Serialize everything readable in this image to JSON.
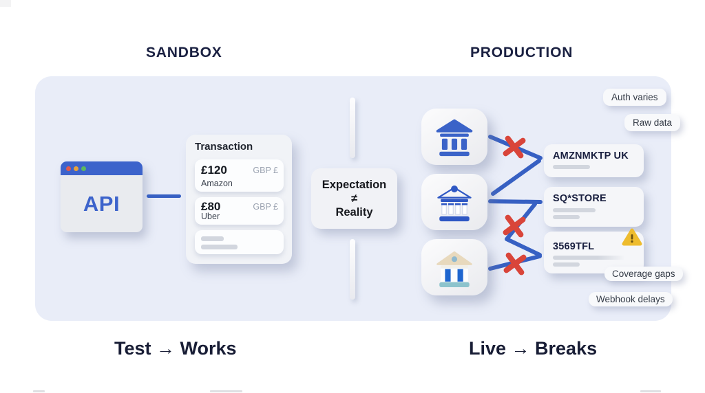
{
  "headers": {
    "sandbox": "SANDBOX",
    "production": "PRODUCTION"
  },
  "captions": {
    "sandbox": "Test → Works",
    "production": "Live → Breaks"
  },
  "api_window": {
    "label": "API"
  },
  "transaction_card": {
    "title": "Transaction",
    "rows": [
      {
        "amount": "£120",
        "merchant": "Amazon",
        "currency": "GBP £"
      },
      {
        "amount": "£80",
        "merchant": "Uber",
        "currency": "GBP £"
      }
    ]
  },
  "expectation_box": {
    "top": "Expectation",
    "middle": "≠",
    "bottom": "Reality"
  },
  "merchant_cards": [
    {
      "label": "AMZNMKTP UK"
    },
    {
      "label": "SQ*STORE"
    },
    {
      "label": "3569TFL",
      "has_warning": true
    }
  ],
  "tags": {
    "auth_varies": "Auth varies",
    "raw_data": "Raw data",
    "coverage_gaps": "Coverage gaps",
    "webhook_delays": "Webhook delays"
  },
  "icons": {
    "warning": "warning-triangle-icon",
    "error": "red-x-icon",
    "banks": [
      "classic-blue-bank-icon",
      "outlined-columned-bank-icon",
      "tan-roof-teal-base-bank-icon"
    ]
  },
  "colors": {
    "panel_bg": "#e9edf8",
    "accent_blue": "#3760c3",
    "api_blue": "#3c63cb",
    "error_red": "#d9453a",
    "warning_amber": "#eebc2e",
    "navy_text": "#1b2142"
  }
}
